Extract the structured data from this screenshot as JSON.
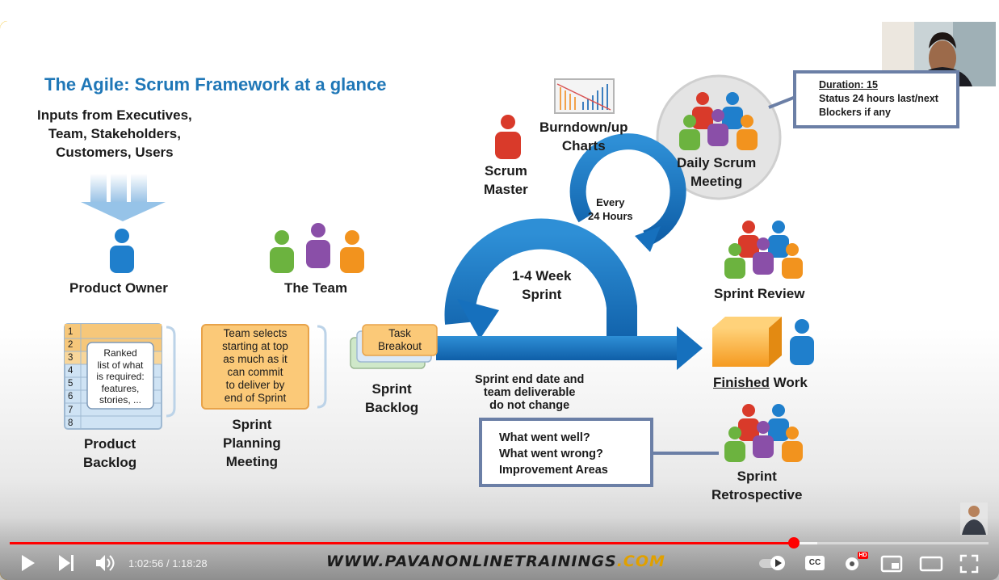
{
  "slide": {
    "title": "The Agile: Scrum Framework at a glance",
    "inputs": [
      "Inputs from Executives,",
      "Team, Stakeholders,",
      "Customers, Users"
    ],
    "product_owner": "Product Owner",
    "the_team": "The Team",
    "scrum_master": [
      "Scrum",
      "Master"
    ],
    "burndown": [
      "Burndown/up",
      "Charts"
    ],
    "daily_scrum": [
      "Daily Scrum",
      "Meeting"
    ],
    "every_24": [
      "Every",
      "24 Hours"
    ],
    "sprint_cycle": [
      "1-4 Week",
      "Sprint"
    ],
    "backlog_numbers": [
      "1",
      "2",
      "3",
      "4",
      "5",
      "6",
      "7",
      "8"
    ],
    "backlog_note": [
      "Ranked",
      "list of what",
      "is required:",
      "features,",
      "stories, ..."
    ],
    "product_backlog": [
      "Product",
      "Backlog"
    ],
    "team_selects": [
      "Team selects",
      "starting at top",
      "as much as it",
      "can commit",
      "to deliver by",
      "end of Sprint"
    ],
    "sprint_planning": [
      "Sprint",
      "Planning",
      "Meeting"
    ],
    "task_breakout": [
      "Task",
      "Breakout"
    ],
    "sprint_backlog": [
      "Sprint",
      "Backlog"
    ],
    "sprint_end_note": [
      "Sprint end date and",
      "team deliverable",
      "do not change"
    ],
    "sprint_review": "Sprint Review",
    "finished_work_underlined": "Finished",
    "finished_work_rest": " Work",
    "retro_box": [
      "What went well?",
      "What went wrong?",
      "Improvement Areas"
    ],
    "sprint_retrospective": [
      "Sprint",
      "Retrospective"
    ],
    "duration_box": {
      "duration": "Duration: 15",
      "status": "Status 24 hours last/next",
      "blockers": "Blockers if any"
    }
  },
  "player": {
    "time_current": "1:02:56",
    "time_separator": " / ",
    "time_total": "1:18:28",
    "progress": 0.801,
    "buffered": 0.825,
    "watermark_main": "WWW.PAVANONLINETRAININGS",
    "watermark_com": ".COM",
    "hd_badge": "HD",
    "cc_label": "CC",
    "accent_color": "#ff0000"
  }
}
